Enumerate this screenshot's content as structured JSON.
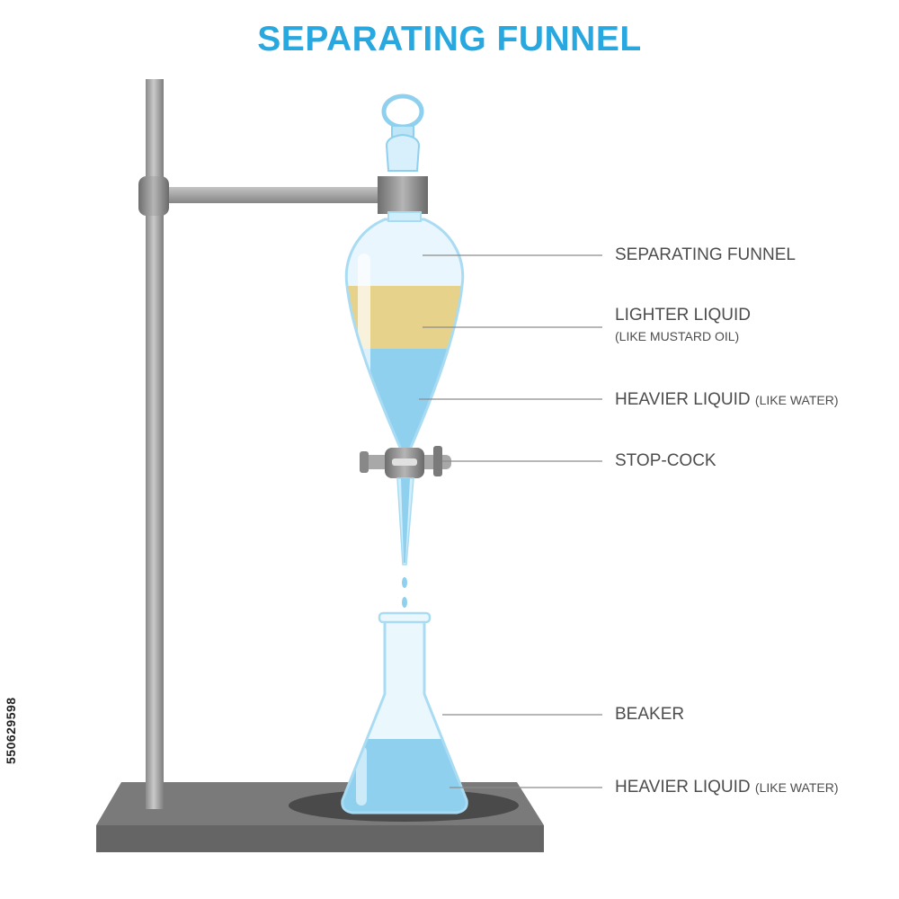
{
  "title": "SEPARATING FUNNEL",
  "labels": {
    "funnel": "SEPARATING FUNNEL",
    "lighter_liquid": "LIGHTER LIQUID",
    "lighter_liquid_note": "(LIKE MUSTARD OIL)",
    "heavier_liquid_top": "HEAVIER LIQUID",
    "heavier_liquid_top_note": "(LIKE WATER)",
    "stopcock": "STOP-COCK",
    "beaker": "BEAKER",
    "heavier_liquid_bottom": "HEAVIER LIQUID",
    "heavier_liquid_bottom_note": "(LIKE WATER)"
  },
  "watermark_id": "550629598",
  "colors": {
    "title": "#29a8e0",
    "water": "#8fd0ef",
    "oil": "#e6d28a",
    "metal": "#9e9e9e",
    "base": "#7f7f7f",
    "label_text": "#4d4d4d"
  }
}
